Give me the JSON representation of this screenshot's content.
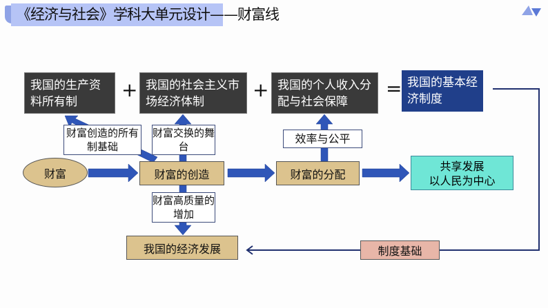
{
  "title": "《经济与社会》学科大单元设计——财富线",
  "top_row": {
    "box1": "我国的生产资料所有制",
    "plus1": "+",
    "box2": "我国的社会主义市场经济体制",
    "plus2": "+",
    "box3": "我国的个人收入分配与社会保障",
    "equals": "=",
    "result": "我国的基本经济制度"
  },
  "middle": {
    "wealth": "财富",
    "creation": "财富的创造",
    "distribution": "财富的分配",
    "sharing_line1": "共享发展",
    "sharing_line2": "以人民为中心"
  },
  "labels": {
    "ownership_basis": "财富创造的所有制基础",
    "exchange_stage": "财富交换的舞台",
    "efficiency_fairness": "效率与公平",
    "quality_increase": "财富高质量的增加"
  },
  "bottom": {
    "economic_development": "我国的经济发展",
    "institutional_basis": "制度基础"
  },
  "colors": {
    "arrow": "#2f56b8",
    "tan": "#dcc38e",
    "teal": "#6fe6d6",
    "pink": "#e8b6a8",
    "dark": "#3a3a3a",
    "navy": "#203f8a"
  }
}
